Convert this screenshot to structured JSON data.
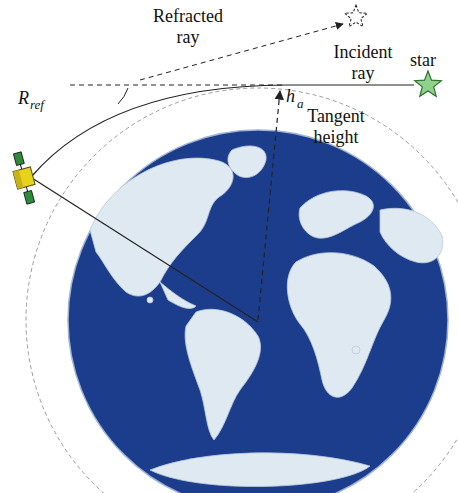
{
  "diagram": {
    "labels": [
      "Refracted ray",
      "Incident ray",
      "star",
      "h",
      "a",
      "Tangent height",
      "R",
      "ref"
    ]
  }
}
